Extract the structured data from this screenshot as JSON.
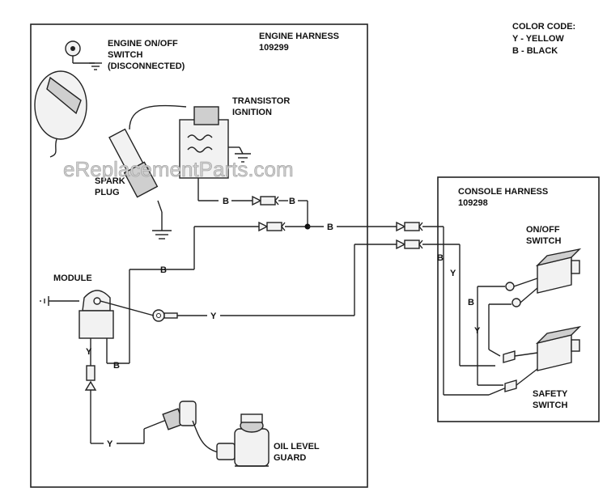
{
  "color_code": {
    "title": "COLOR CODE:",
    "yellow": "Y - YELLOW",
    "black": "B - BLACK"
  },
  "engine_harness": {
    "title": "ENGINE HARNESS",
    "part_number": "109299"
  },
  "console_harness": {
    "title": "CONSOLE HARNESS",
    "part_number": "109298"
  },
  "components": {
    "engine_switch": [
      "ENGINE ON/OFF",
      "SWITCH",
      "(DISCONNECTED)"
    ],
    "transistor_ignition": [
      "TRANSISTOR",
      "IGNITION"
    ],
    "spark_plug": [
      "SPARK",
      "PLUG"
    ],
    "module": "MODULE",
    "on_off_switch": [
      "ON/OFF",
      "SWITCH"
    ],
    "safety_switch": [
      "SAFETY",
      "SWITCH"
    ],
    "oil_level_guard": [
      "OIL LEVEL",
      "GUARD"
    ]
  },
  "wire_labels": {
    "black": "B",
    "yellow": "Y"
  },
  "watermark": "eReplacementParts.com"
}
